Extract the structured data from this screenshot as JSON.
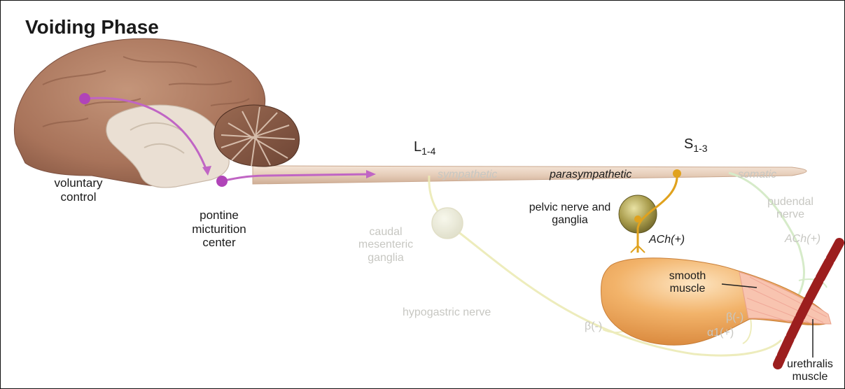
{
  "title": "Voiding Phase",
  "labels": {
    "voluntary_control": "voluntary control",
    "pontine": "pontine micturition center",
    "L_main": "L",
    "L_sub": "1-4",
    "S_main": "S",
    "S_sub": "1-3",
    "sympathetic": "sympathetic",
    "parasympathetic": "parasympathetic",
    "somatic": "somatic",
    "pelvic": "pelvic nerve and ganglia",
    "caudal": "caudal mesenteric ganglia",
    "hypogastric": "hypogastric nerve",
    "ach_parasym": "ACh(+)",
    "ach_somatic": "ACh(+)",
    "pudendal": "pudendal nerve",
    "smooth_muscle": "smooth muscle",
    "beta_left": "β(-)",
    "beta_right": "β(-)",
    "alpha": "α1(+)",
    "urethralis": "urethralis muscle"
  },
  "colors": {
    "pathway": "#c065c4",
    "pathway_node": "#b044b8",
    "parasympathetic": "#e0a21e",
    "sympathetic_faint": "#ecebb5",
    "somatic_faint": "#d6ebc9",
    "spinal_cord": "#e9d3c1",
    "bladder": "#eea85b",
    "urethral_muscle": "#9c1e1e"
  }
}
